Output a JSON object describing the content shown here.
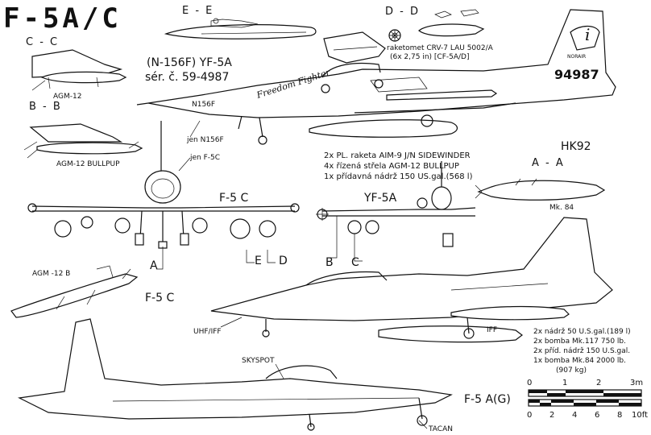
{
  "title": "F-5A/C",
  "sections": {
    "ee": "E - E",
    "dd": "D - D",
    "cc": "C - C",
    "bb": "B - B",
    "aa": "A - A"
  },
  "labels": {
    "agm12_top": "AGM-12",
    "agm12_bullpup": "AGM-12 BULLPUP",
    "yf5a_id": "(N-156F) YF-5A",
    "serial": "sér. č. 59-4987",
    "crv7_line1": "raketomet CRV-7   LAU 5002/A",
    "crv7_line2": "(6x 2,75 in)     [CF-5A/D]",
    "tail_number": "94987",
    "tail_small": "NORAIR",
    "nose_code": "N156F",
    "freedom_fighter": "Freedom Fighter",
    "jen_n156f": "jen N156F",
    "jen_f5c": "jen F-5C",
    "hk92": "HK92",
    "stores_1": "2x PL. raketa AIM-9 J/N SIDEWINDER",
    "stores_2": "4x řízená střela AGM-12 BULLPUP",
    "stores_3": "1x přídavná nádrž 150 US.gal.(568 l)",
    "mk84": "Mk. 84",
    "f5c_front": "F-5 C",
    "yf5a_front": "YF-5A",
    "cut_a": "A",
    "cut_b": "B",
    "cut_c": "C",
    "cut_d": "D",
    "cut_e": "E",
    "agm12b": "AGM -12 B",
    "f5c_side": "F-5 C",
    "uhf_iff": "UHF/IFF",
    "iff": "IFF",
    "loads": [
      "2x nádrž   50 U.S.gal.(189 l)",
      "2x bomba  Mk.117  750 lb.",
      "2x příd. nádrž 150 U.S.gal.",
      "1x bomba  Mk.84  2000 lb.",
      "(907 kg)"
    ],
    "skyspot": "SKYSPOT",
    "tacan": "TACAN",
    "f5ag": "F-5 A(G)"
  },
  "scale": {
    "meters": [
      "0",
      "1",
      "2",
      "3m"
    ],
    "feet": [
      "0",
      "2",
      "4",
      "6",
      "8",
      "10ft"
    ]
  }
}
